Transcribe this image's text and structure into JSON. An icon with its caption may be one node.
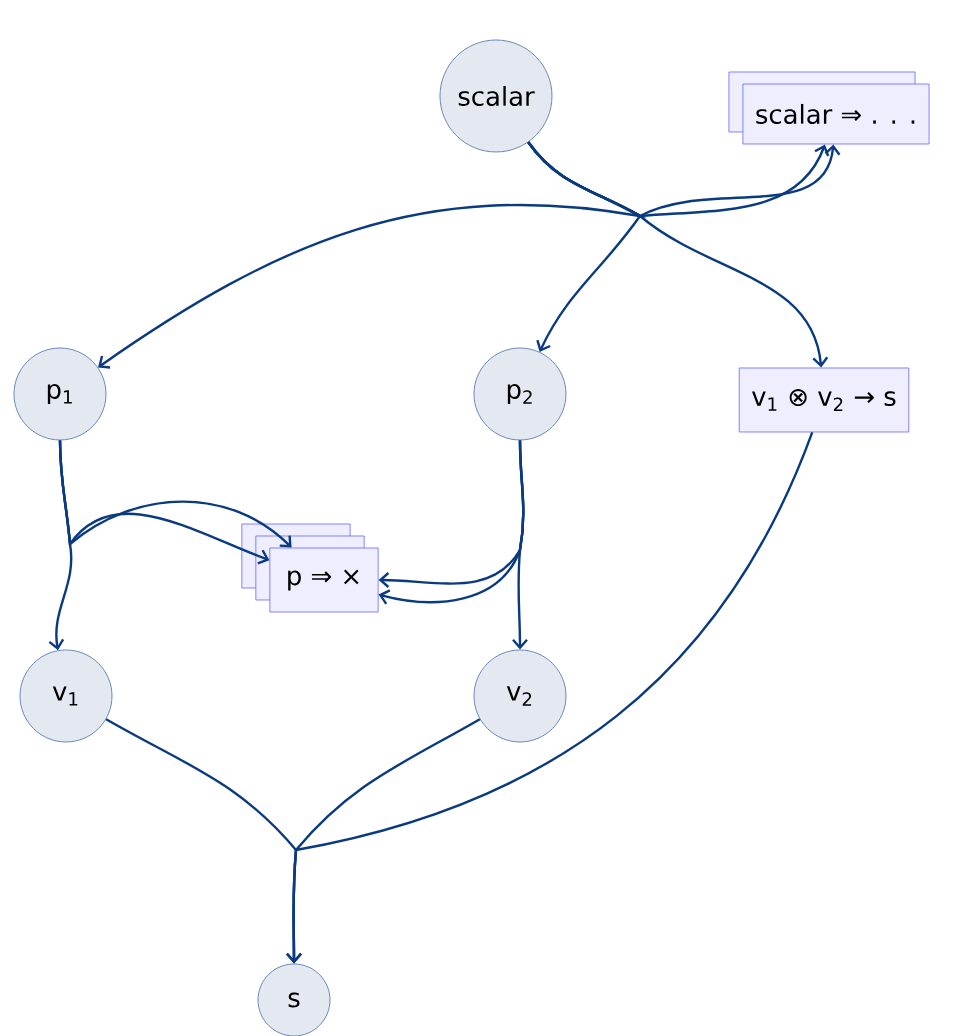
{
  "diagram": {
    "nodes": [
      {
        "text": [
          "scalar"
        ]
      },
      {
        "text": [
          "scalar ⇒ . . ."
        ]
      },
      {
        "text": [
          "p$_{1}$"
        ]
      },
      {
        "text": [
          "p$_{2}$"
        ]
      },
      {
        "text": [
          "v$_{1}$ ⊗ v$_{2}$ → s"
        ]
      },
      {
        "text": [
          "p ⇒ ×"
        ]
      },
      {
        "text": [
          "v$_{1}$"
        ]
      },
      {
        "text": [
          "v$_{2}$"
        ]
      },
      {
        "text": [
          "s"
        ]
      }
    ],
    "edges": [
      {
        "from": 0,
        "to": 2,
        "arrow": "to"
      },
      {
        "from": 0,
        "to": 3,
        "arrow": "to"
      },
      {
        "from": 0,
        "to": 4,
        "arrow": "to"
      },
      {
        "from": 0,
        "to": 1,
        "arrow": "to"
      },
      {
        "from": 0,
        "to": 1,
        "arrow": "to"
      },
      {
        "from": 2,
        "to": 6,
        "arrow": "to"
      },
      {
        "from": 2,
        "to": 5,
        "arrow": "to"
      },
      {
        "from": 2,
        "to": 5,
        "arrow": "to"
      },
      {
        "from": 3,
        "to": 7,
        "arrow": "to"
      },
      {
        "from": 3,
        "to": 5,
        "arrow": "to"
      },
      {
        "from": 3,
        "to": 5,
        "arrow": "to"
      },
      {
        "from": 6,
        "to": 8,
        "arrow": "to"
      },
      {
        "from": 7,
        "to": 8,
        "arrow": "to"
      },
      {
        "from": 4,
        "to": 8,
        "arrow": "to"
      }
    ]
  }
}
